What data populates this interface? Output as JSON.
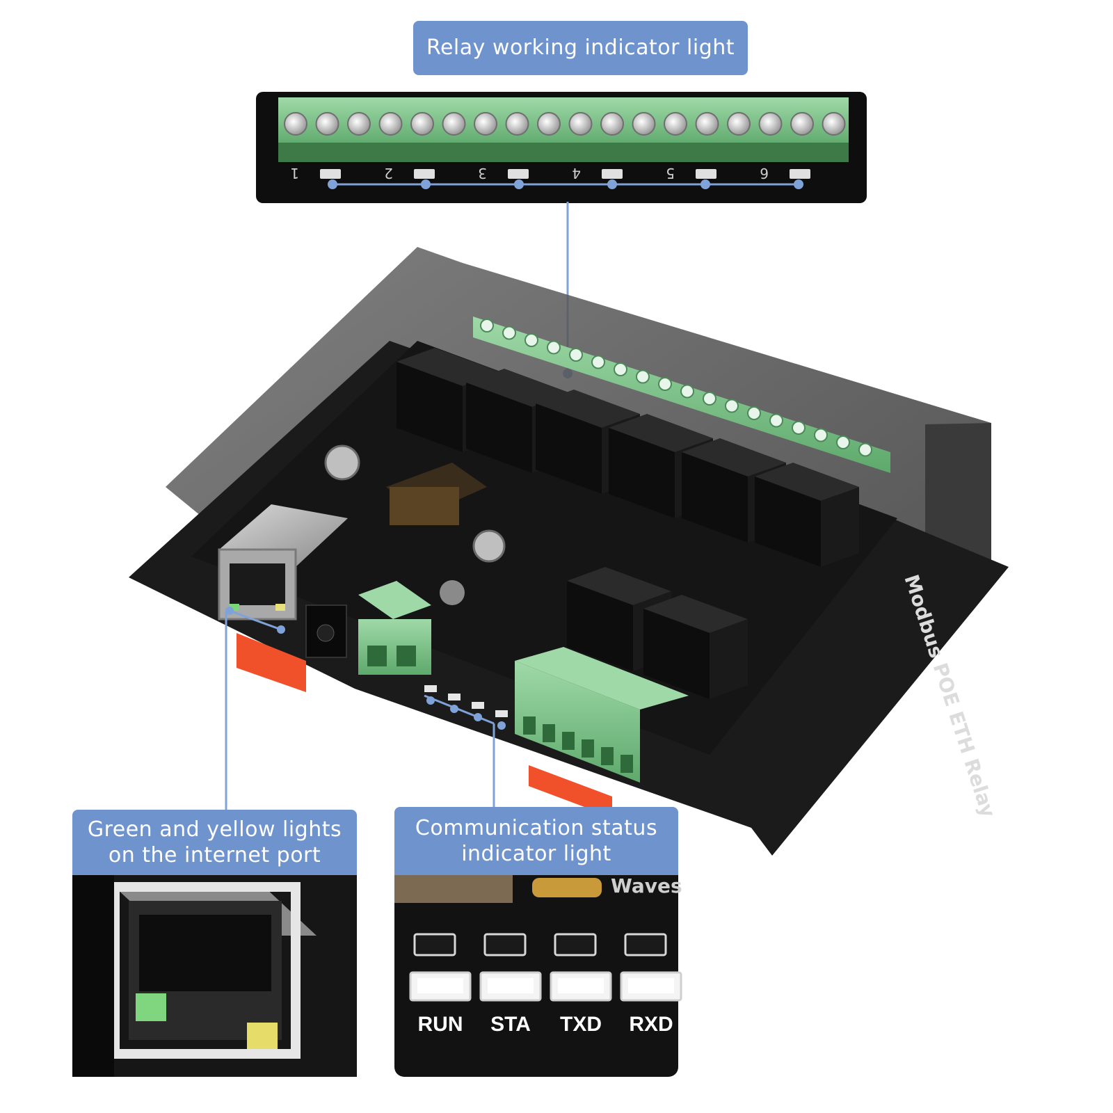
{
  "callouts": {
    "relay_indicator": "Relay working indicator light",
    "internet_port_line1": "Green and yellow lights",
    "internet_port_line2": "on the internet port",
    "comm_status_line1": "Communication status",
    "comm_status_line2": "indicator light"
  },
  "device": {
    "side_label": "Modbus POE ETH Relay",
    "brand_fragment": "Waves"
  },
  "relay_channels": [
    "1",
    "2",
    "3",
    "4",
    "5",
    "6"
  ],
  "status_leds": [
    "RUN",
    "STA",
    "TXD",
    "RXD"
  ],
  "colors": {
    "callout_bg": "#6f93cd",
    "connector_line": "#7fa3d9",
    "terminal_green": "#7fc48a",
    "board_black": "#141414",
    "enclosure_gray": "#4a4a4a",
    "relay_orange": "#f0502a"
  }
}
